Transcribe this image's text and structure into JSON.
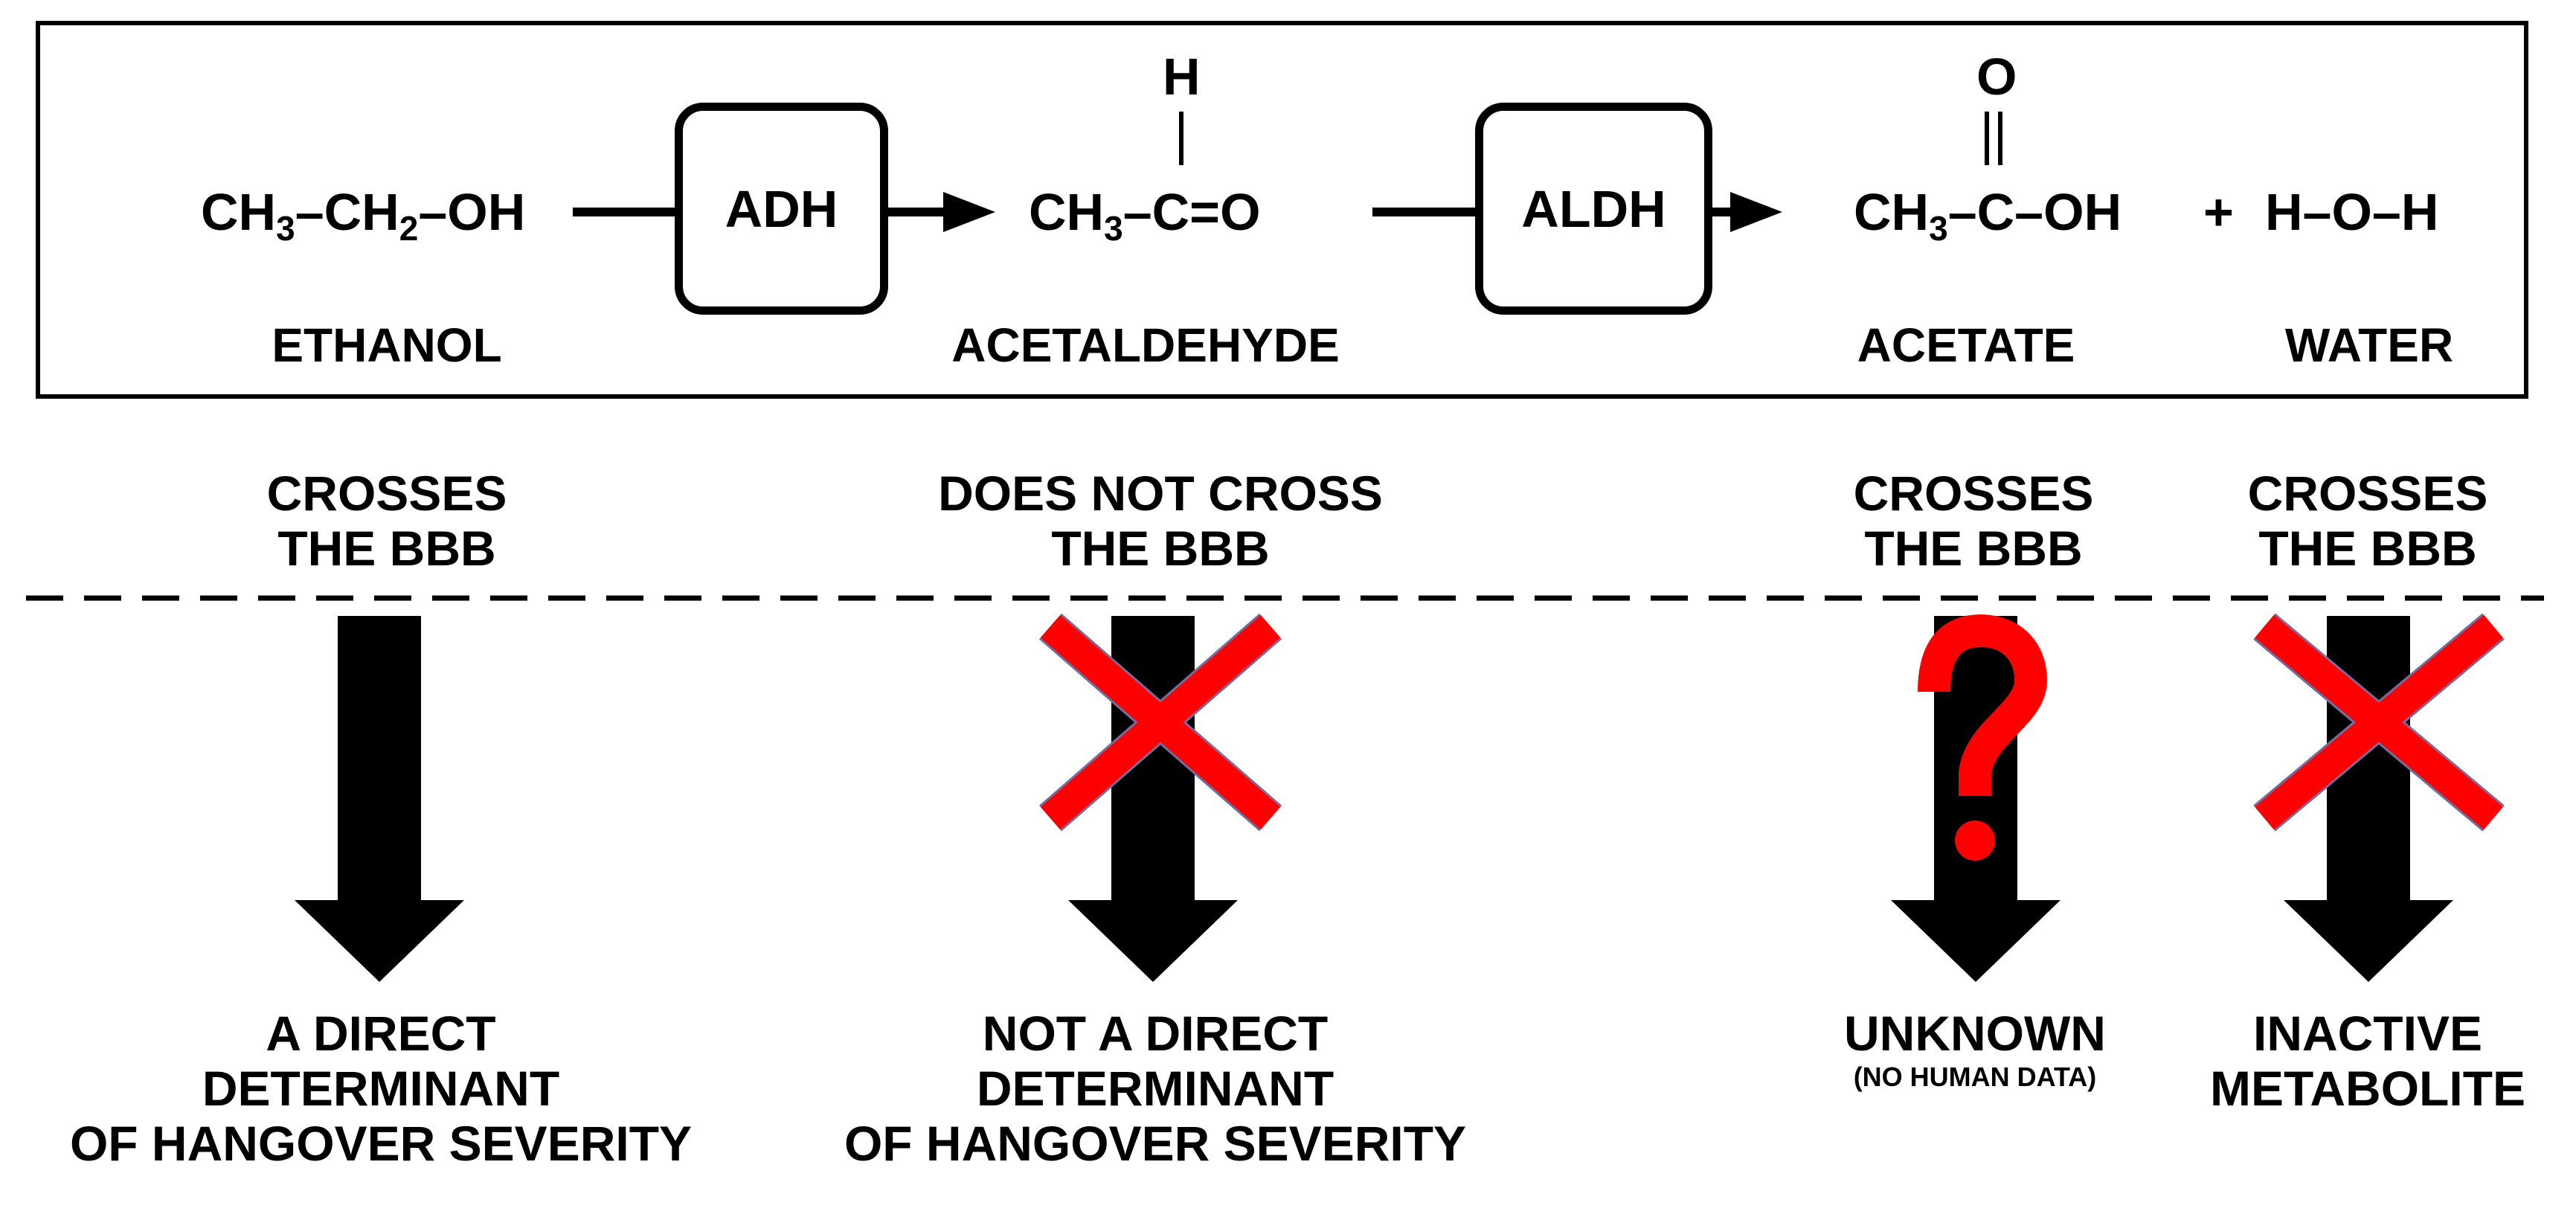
{
  "reaction": {
    "ethanol": {
      "pre": "CH",
      "s1": "3",
      "mid": "–CH",
      "s2": "2",
      "post": "–OH",
      "name": "ETHANOL"
    },
    "adh": "ADH",
    "acetaldehyde": {
      "top_atom": "H",
      "pre": "CH",
      "s1": "3",
      "post": "–C=O",
      "name": "ACETALDEHYDE"
    },
    "aldh": "ALDH",
    "acetate": {
      "top_atom": "O",
      "pre": "CH",
      "s1": "3",
      "post": "–C–OH",
      "name": "ACETATE"
    },
    "plus": "+",
    "water": {
      "formula": "H–O–H",
      "name": "WATER"
    }
  },
  "columns": [
    {
      "bbb_line1": "CROSSES",
      "bbb_line2": "THE BBB",
      "outcome": [
        "A DIRECT",
        "DETERMINANT",
        "OF HANGOVER SEVERITY"
      ],
      "mark": "none"
    },
    {
      "bbb_line1": "DOES NOT CROSS",
      "bbb_line2": "THE BBB",
      "outcome": [
        "NOT A DIRECT",
        "DETERMINANT",
        "OF HANGOVER SEVERITY"
      ],
      "mark": "cross"
    },
    {
      "bbb_line1": "CROSSES",
      "bbb_line2": "THE BBB",
      "outcome": [
        "UNKNOWN"
      ],
      "outcome_note": "(NO HUMAN DATA)",
      "mark": "question"
    },
    {
      "bbb_line1": "CROSSES",
      "bbb_line2": "THE BBB",
      "outcome": [
        "INACTIVE",
        "METABOLITE"
      ],
      "mark": "cross"
    }
  ],
  "colors": {
    "mark": "#ff0000",
    "mark_edge": "#7a6a9a",
    "arrow": "#000000"
  },
  "icons": {
    "cross": "red-x-icon",
    "question": "red-question-mark-icon"
  }
}
